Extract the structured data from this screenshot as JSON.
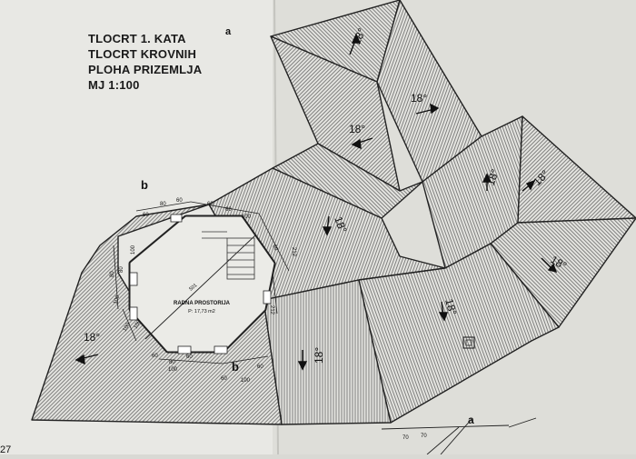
{
  "title_lines": [
    "TLOCRT 1. KATA",
    "TLOCRT KROVNIH",
    "PLOHA PRIZEMLJA",
    "MJ 1:100"
  ],
  "section_marks": {
    "a_top": "a",
    "a_bottom": "a",
    "b_left": "b",
    "b_bottom": "b"
  },
  "slopes": {
    "top_left": "18°",
    "top_mid": "18°",
    "mid_left": "18°",
    "center": "18°",
    "right_a": "18°",
    "right_b": "18°",
    "right_c": "18°",
    "bottom_mid": "18°",
    "bottom_center": "18°",
    "far_left": "18°"
  },
  "room": {
    "name": "RADNA PROSTORIJA",
    "area": "P: 17,73 m2",
    "diagonal": "501"
  },
  "dimensions": {
    "d1": "60",
    "d2": "80",
    "d3": "60",
    "d4": "60",
    "d5": "60",
    "d6": "100",
    "d7": "60",
    "d8": "212",
    "d9": "212",
    "d10": "60",
    "d11": "80",
    "d12": "60",
    "d13": "100",
    "d14": "100",
    "d15": "60",
    "d16": "60",
    "d17": "80",
    "d18": "80",
    "d19": "100",
    "d20": "100",
    "d21": "100",
    "d22": "100",
    "d23": "70",
    "d24": "70"
  },
  "edge_text": "27"
}
